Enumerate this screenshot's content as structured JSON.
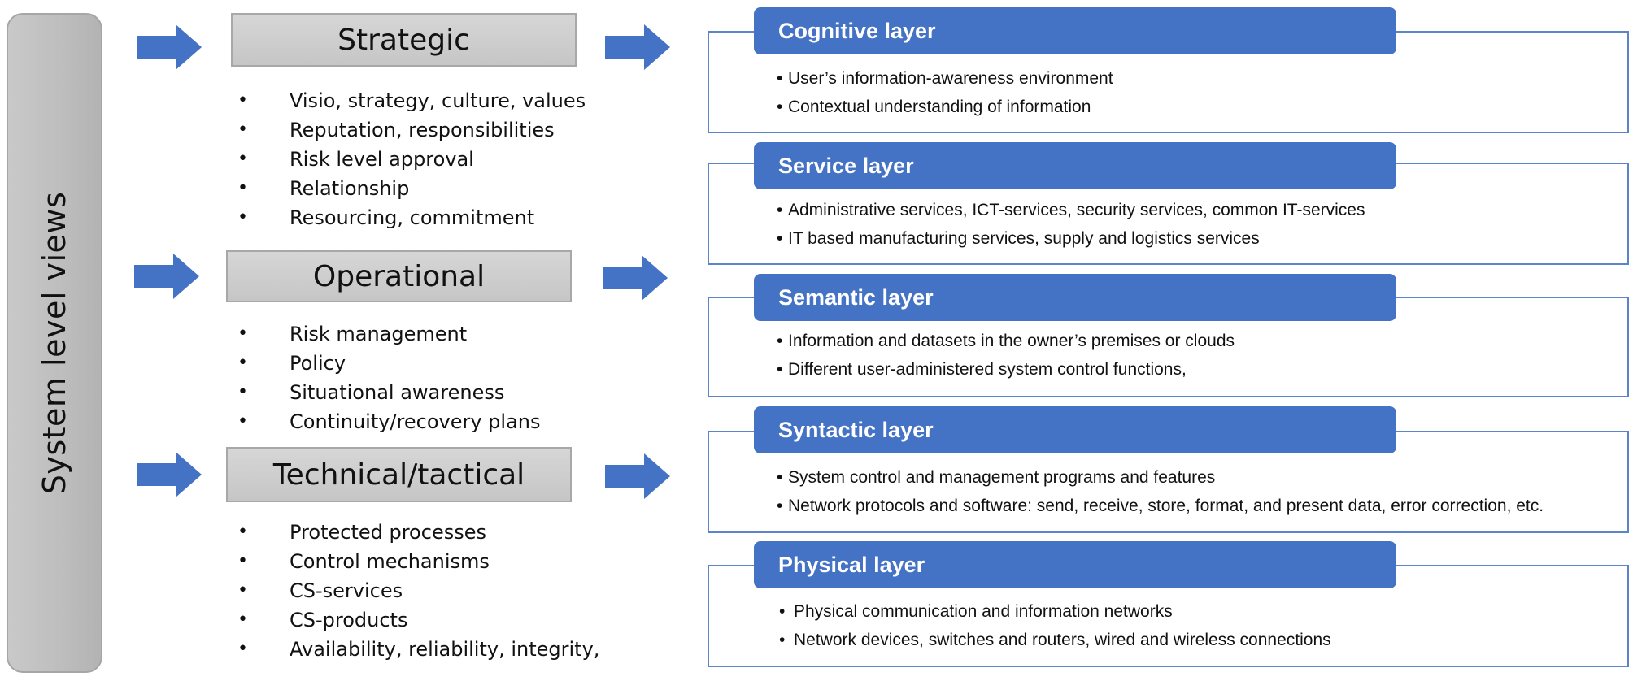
{
  "system_label": "System level views",
  "views": [
    {
      "title": "Strategic",
      "items": [
        "Visio, strategy, culture, values",
        "Reputation, responsibilities",
        "Risk level approval",
        "Relationship",
        "Resourcing, commitment"
      ]
    },
    {
      "title": "Operational",
      "items": [
        "Risk management",
        "Policy",
        "Situational awareness",
        "Continuity/recovery plans"
      ]
    },
    {
      "title": "Technical/tactical",
      "items": [
        "Protected processes",
        "Control mechanisms",
        "CS-services",
        "CS-products",
        "Availability, reliability, integrity,"
      ]
    }
  ],
  "layers": [
    {
      "title": "Cognitive layer",
      "items": [
        "User’s information-awareness environment",
        "Contextual understanding of information"
      ]
    },
    {
      "title": "Service layer",
      "items": [
        "Administrative services, ICT-services, security services, common IT-services",
        "IT based manufacturing services, supply and logistics services"
      ]
    },
    {
      "title": "Semantic layer",
      "items": [
        "Information and datasets in the owner’s premises or clouds",
        "Different user-administered system control functions,"
      ]
    },
    {
      "title": "Syntactic layer",
      "items": [
        "System control and management programs and features",
        "Network protocols and software: send, receive, store, format, and present data, error correction, etc."
      ]
    },
    {
      "title": "Physical layer",
      "items": [
        "Physical communication and information networks",
        "Network devices, switches and routers, wired and wireless connections"
      ]
    }
  ],
  "colors": {
    "arrow": "#4472c4",
    "layer_header": "#4472c4",
    "layer_border": "#5b84c9",
    "view_box": "#c9c9c9"
  }
}
